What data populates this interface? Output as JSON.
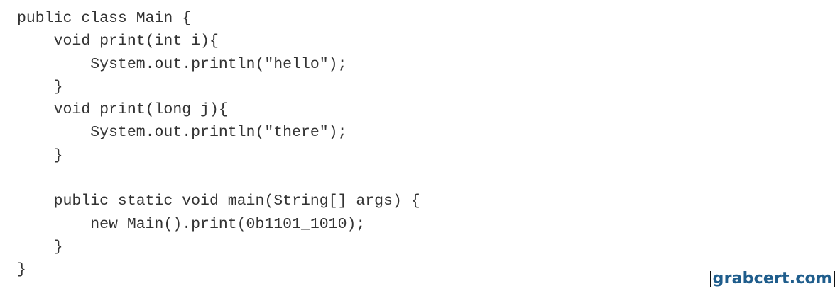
{
  "code": {
    "lines": [
      "public class Main {",
      "    void print(int i){",
      "        System.out.println(\"hello\");",
      "    }",
      "    void print(long j){",
      "        System.out.println(\"there\");",
      "    }",
      "",
      "    public static void main(String[] args) {",
      "        new Main().print(0b1101_1010);",
      "    }",
      "}"
    ]
  },
  "watermark": {
    "text": "grabcert.com",
    "color": "#1f5d8c"
  },
  "colors": {
    "code_text": "#333333",
    "background": "#ffffff"
  }
}
